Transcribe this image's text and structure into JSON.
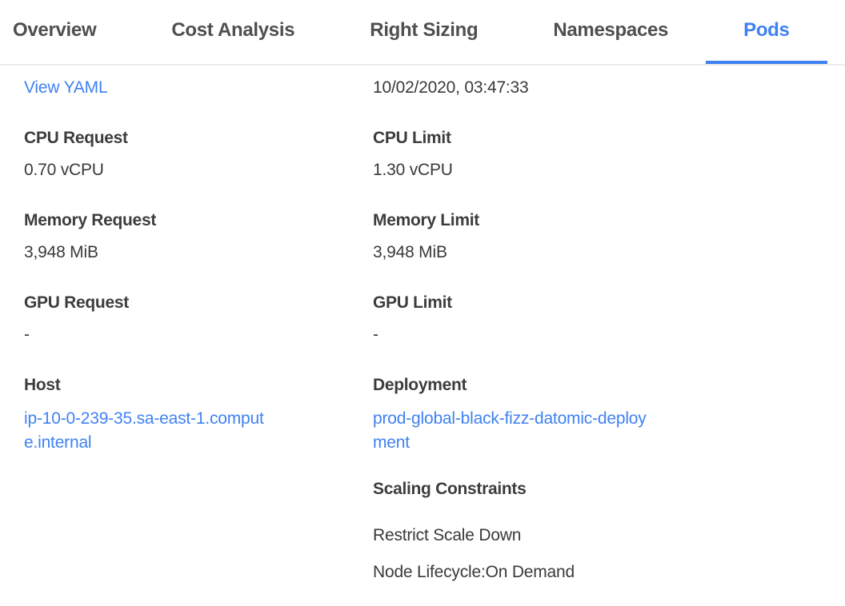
{
  "colors": {
    "accent": "#3f82f2",
    "tab_inactive": "#4f4f4f",
    "label": "#3d3d3d",
    "value": "#3a3a3a",
    "divider": "#ececec"
  },
  "tabs": [
    {
      "label": "Overview",
      "active": false
    },
    {
      "label": "Cost Analysis",
      "active": false
    },
    {
      "label": "Right Sizing",
      "active": false
    },
    {
      "label": "Namespaces",
      "active": false
    },
    {
      "label": "Pods",
      "active": true
    }
  ],
  "pod_details": {
    "view_yaml_label": "View YAML",
    "timestamp": "10/02/2020, 03:47:33",
    "left_fields": [
      {
        "label": "CPU Request",
        "value": "0.70 vCPU"
      },
      {
        "label": "Memory Request",
        "value": "3,948 MiB"
      },
      {
        "label": "GPU Request",
        "value": "-"
      },
      {
        "label": "Host",
        "value": "ip-10-0-239-35.sa-east-1.compute.internal"
      }
    ],
    "right_fields": [
      {
        "label": "CPU Limit",
        "value": "1.30 vCPU"
      },
      {
        "label": "Memory Limit",
        "value": "3,948 MiB"
      },
      {
        "label": "GPU Limit",
        "value": "-"
      },
      {
        "label": "Deployment",
        "value": "prod-global-black-fizz-datomic-deployment"
      }
    ],
    "scaling_constraints": {
      "label": "Scaling Constraints",
      "items": [
        "Restrict Scale Down",
        "Node Lifecycle:On Demand"
      ]
    }
  }
}
